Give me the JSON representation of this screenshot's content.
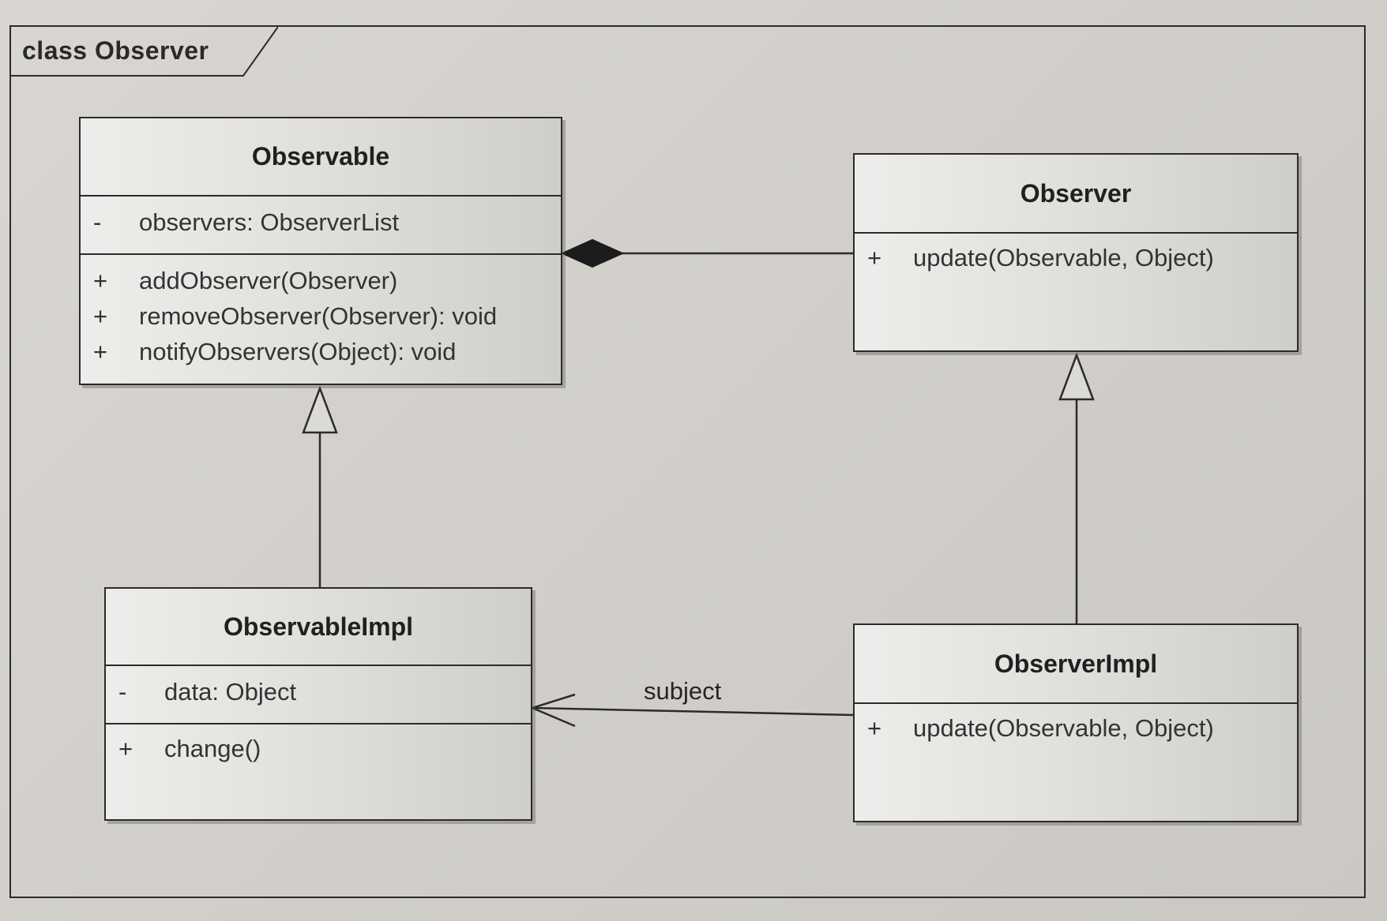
{
  "frame": {
    "label": "class Observer"
  },
  "classes": {
    "observable": {
      "name": "Observable",
      "attributes": [
        {
          "vis": "-",
          "text": "observers: ObserverList"
        }
      ],
      "operations": [
        {
          "vis": "+",
          "text": "addObserver(Observer)"
        },
        {
          "vis": "+",
          "text": "removeObserver(Observer): void"
        },
        {
          "vis": "+",
          "text": "notifyObservers(Object): void"
        }
      ]
    },
    "observer": {
      "name": "Observer",
      "operations": [
        {
          "vis": "+",
          "text": "update(Observable, Object)"
        }
      ]
    },
    "observable_impl": {
      "name": "ObservableImpl",
      "attributes": [
        {
          "vis": "-",
          "text": "data: Object"
        }
      ],
      "operations": [
        {
          "vis": "+",
          "text": "change()"
        }
      ]
    },
    "observer_impl": {
      "name": "ObserverImpl",
      "operations": [
        {
          "vis": "+",
          "text": "update(Observable, Object)"
        }
      ]
    }
  },
  "relationships": {
    "association_label": "subject"
  }
}
